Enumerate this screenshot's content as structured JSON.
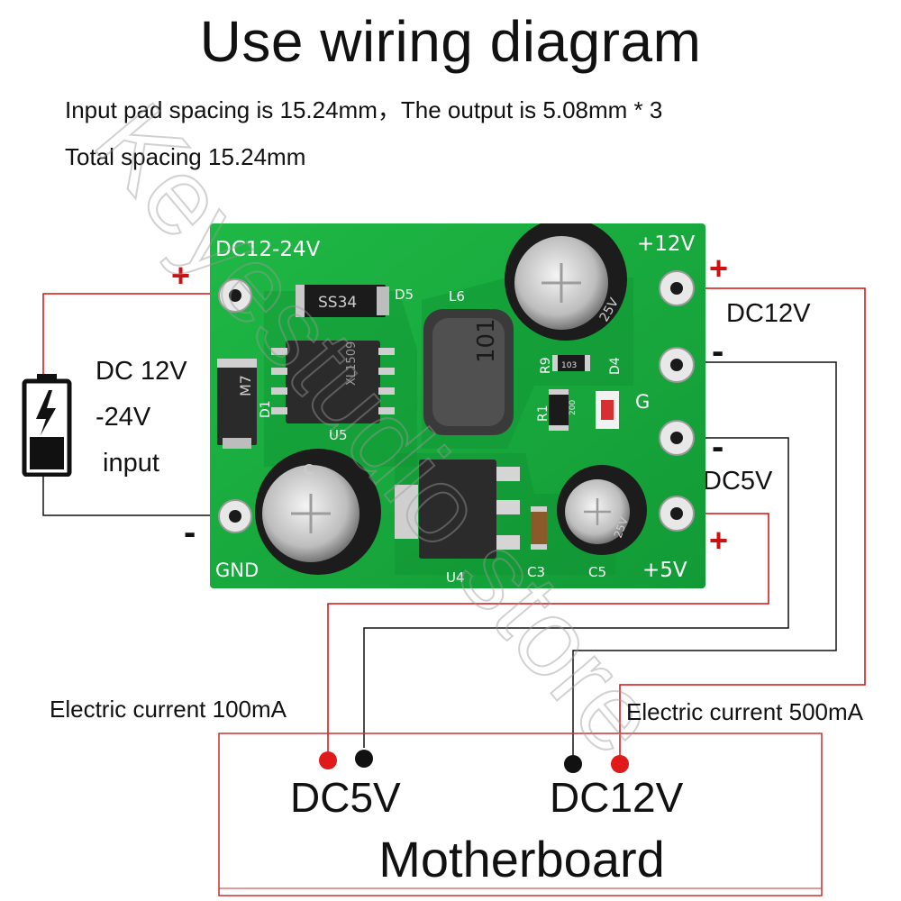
{
  "title": "Use wiring diagram",
  "description": {
    "line1": "Input pad spacing is 15.24mm，The output is 5.08mm * 3",
    "line2": "Total spacing 15.24mm"
  },
  "input": {
    "label_line1": "DC 12V",
    "label_line2": "-24V",
    "label_line3": "input",
    "plus": "+",
    "minus": "-"
  },
  "outputs": {
    "dc12v_label": "DC12V",
    "dc5v_label": "DC5V",
    "plus": "+",
    "minus": "-"
  },
  "board": {
    "silk_input": "DC12-24V",
    "silk_12v": "+12V",
    "silk_5v": "+5V",
    "silk_gnd": "GND",
    "silk_g": "G",
    "silk_d5": "D5",
    "silk_l6": "L6",
    "silk_u5": "U5",
    "silk_u4": "U4",
    "silk_c3": "C3",
    "silk_c5": "C5",
    "silk_r9": "R9",
    "silk_r1": "R1",
    "silk_d4": "D4",
    "silk_d1": "D1",
    "diode_marking": "SS34",
    "diode2_marking": "M7",
    "inductor_marking": "101",
    "chip_marking": "XL1509",
    "res1_marking": "103",
    "res2_marking": "200",
    "cap_top_marking": "25V",
    "cap_left_marking": "C",
    "cap_right_marking": "25V"
  },
  "currents": {
    "left": "Electric current 100mA",
    "right": "Electric current 500mA"
  },
  "motherboard": {
    "title": "Motherboard",
    "dc5v": "DC5V",
    "dc12v": "DC12V"
  },
  "watermark": "Keyestudio store",
  "colors": {
    "wire_red": "#d01010",
    "wire_black": "#111111",
    "pcb_green": "#17a83c",
    "pcb_dark": "#0f7e2a"
  }
}
